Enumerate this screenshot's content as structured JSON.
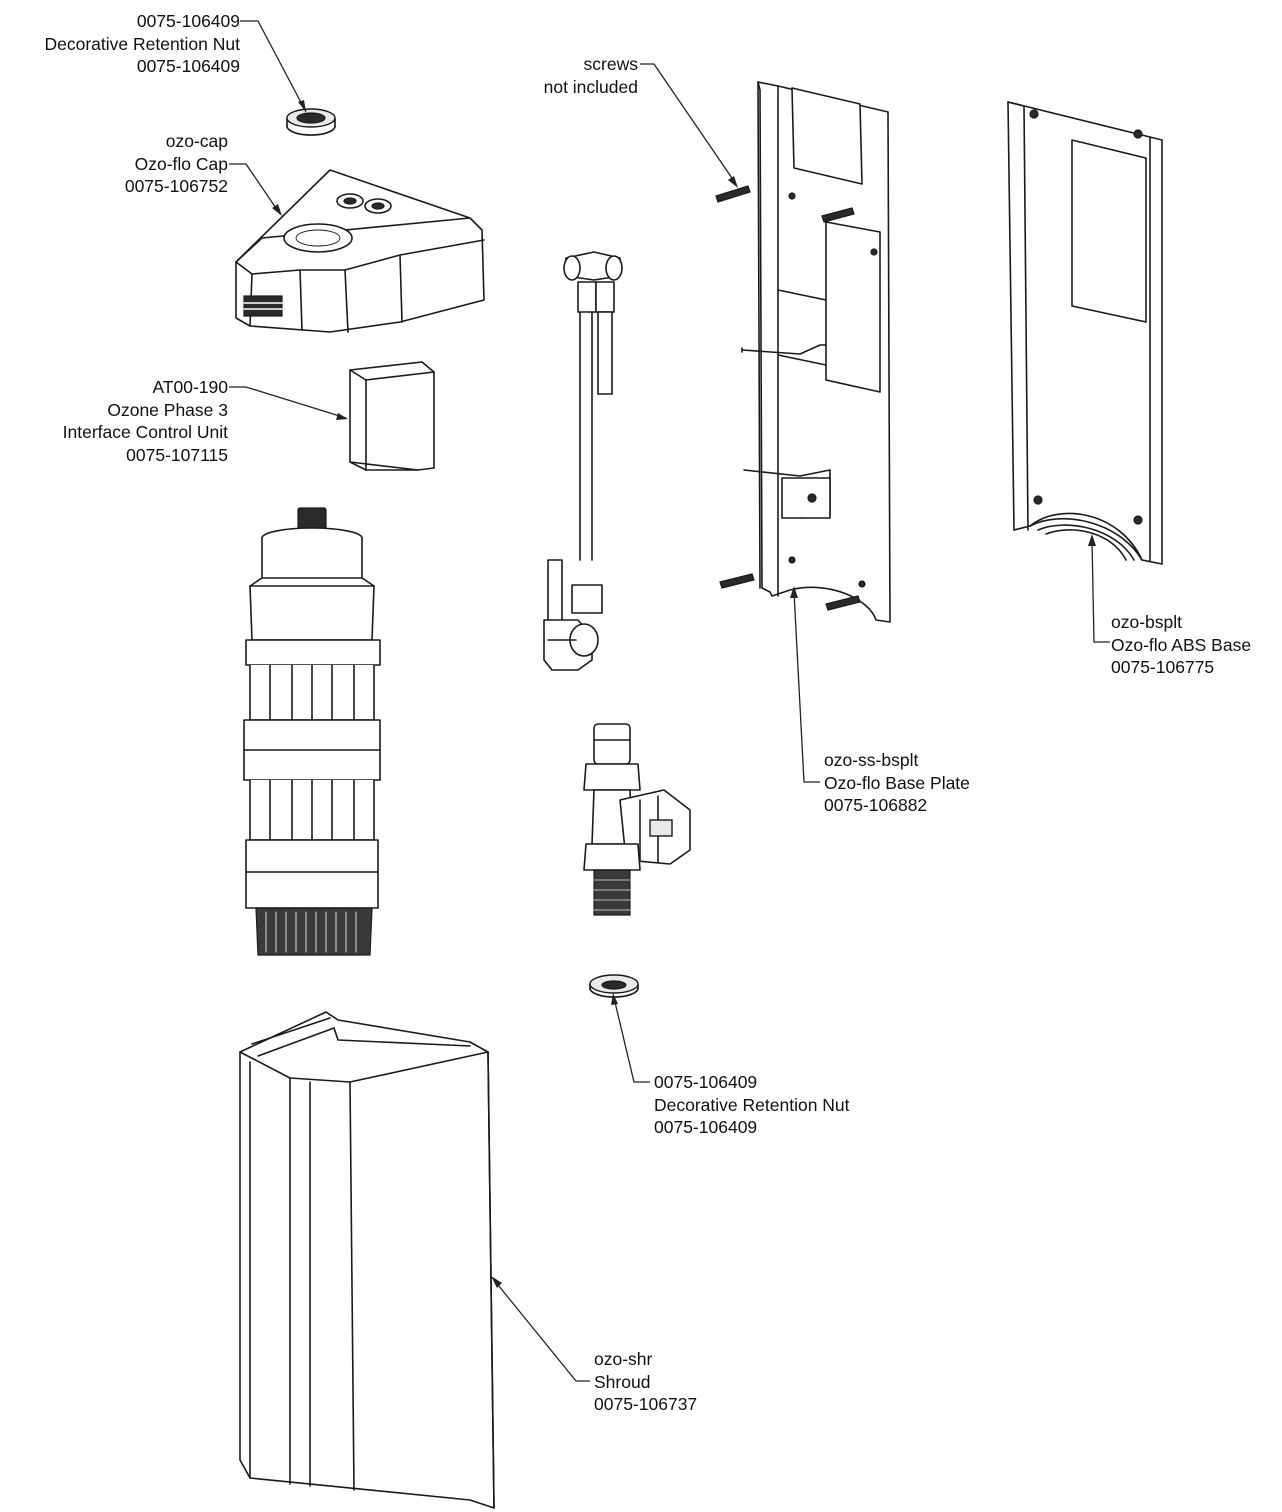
{
  "callouts": {
    "nut_top": {
      "lines": [
        "0075-106409",
        "Decorative Retention Nut",
        "0075-106409"
      ]
    },
    "cap": {
      "lines": [
        "ozo-cap",
        "Ozo-flo Cap",
        "0075-106752"
      ]
    },
    "control_unit": {
      "lines": [
        "AT00-190",
        "Ozone Phase 3",
        "Interface Control Unit",
        "0075-107115"
      ]
    },
    "screws": {
      "lines": [
        "screws",
        "not included"
      ]
    },
    "abs_base": {
      "lines": [
        "ozo-bsplt",
        "Ozo-flo ABS Base",
        "0075-106775"
      ]
    },
    "base_plate": {
      "lines": [
        "ozo-ss-bsplt",
        "Ozo-flo Base Plate",
        "0075-106882"
      ]
    },
    "nut_bottom": {
      "lines": [
        "0075-106409",
        "Decorative Retention Nut",
        "0075-106409"
      ]
    },
    "shroud": {
      "lines": [
        "ozo-shr",
        "Shroud",
        "0075-106737"
      ]
    }
  }
}
